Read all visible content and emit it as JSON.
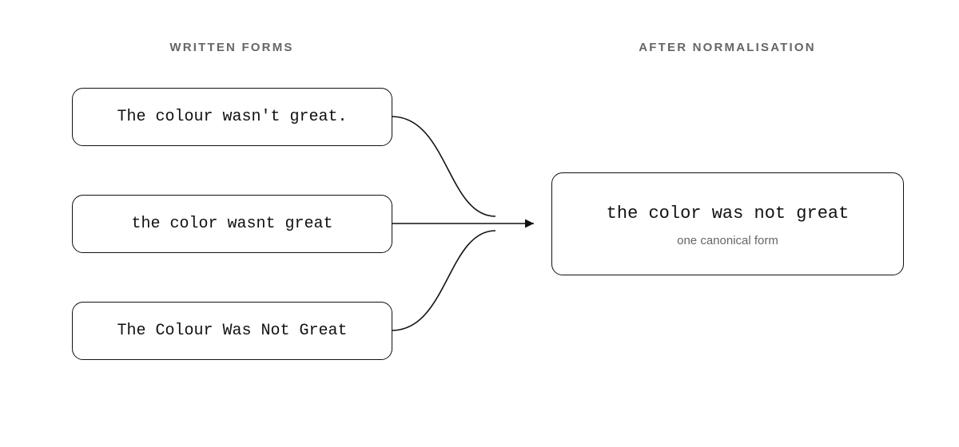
{
  "headings": {
    "left": "WRITTEN FORMS",
    "right": "AFTER NORMALISATION"
  },
  "sources": [
    {
      "text": "The colour wasn't great."
    },
    {
      "text": "the color wasnt great"
    },
    {
      "text": "The Colour Was Not Great"
    }
  ],
  "target": {
    "text": "the color was not great",
    "caption": "one canonical form"
  },
  "colors": {
    "stroke": "#111111",
    "heading": "#666666",
    "caption": "#666666",
    "background": "#ffffff"
  }
}
